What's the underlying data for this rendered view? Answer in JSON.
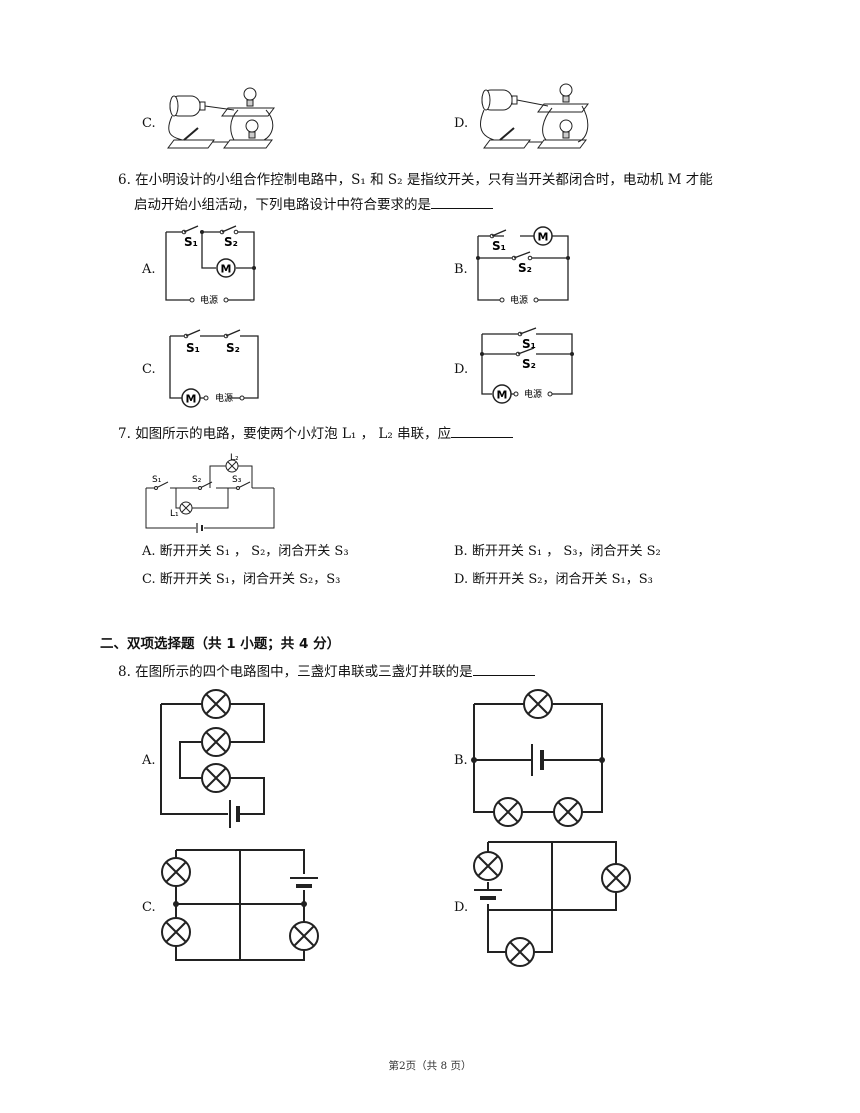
{
  "q5": {
    "opt_c": "C.",
    "opt_d": "D."
  },
  "q6": {
    "stem_line1": "6. 在小明设计的小组合作控制电路中，S₁ 和 S₂ 是指纹开关，只有当开关都闭合时，电动机 M 才能",
    "stem_line2": "启动开始小组活动，下列电路设计中符合要求的是",
    "opt_a": "A.",
    "opt_b": "B.",
    "opt_c": "C.",
    "opt_d": "D.",
    "label_s1": "S₁",
    "label_s2": "S₂",
    "label_m": "M",
    "label_power": "电源"
  },
  "q7": {
    "stem": "7. 如图所示的电路，要使两个小灯泡 L₁ ， L₂ 串联，应",
    "fig_labels": {
      "s1": "S₁",
      "s2": "S₂",
      "s3": "S₃",
      "l1": "L₁",
      "l2": "L₂"
    },
    "answers": [
      "A. 断开开关 S₁ ， S₂，闭合开关 S₃",
      "B. 断开开关 S₁ ， S₃，闭合开关 S₂",
      "C. 断开开关 S₁，闭合开关 S₂，S₃",
      "D. 断开开关 S₂，闭合开关 S₁，S₃"
    ]
  },
  "section2": {
    "title": "二、双项选择题（共 1 小题；共 4 分）"
  },
  "q8": {
    "stem": "8. 在图所示的四个电路图中，三盏灯串联或三盏灯并联的是",
    "opt_a": "A.",
    "opt_b": "B.",
    "opt_c": "C.",
    "opt_d": "D."
  },
  "footer": {
    "text": "第2页（共 8 页）"
  }
}
